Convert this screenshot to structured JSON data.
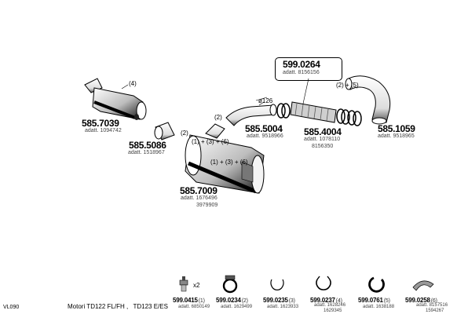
{
  "footer": {
    "code": "VL090",
    "model_a": "Motori TD122 FL/FH",
    "sep": ",",
    "model_b": "TD123 E/ES"
  },
  "parts": [
    {
      "id": "585.7039",
      "label": "(4)",
      "sub": [
        "adatt. 1094742"
      ]
    },
    {
      "id": "585.5086",
      "label": "",
      "sub": [
        "adatt. 1518967"
      ]
    },
    {
      "id": "585.7009",
      "label": "(2)",
      "inner_a": "(1) + (3) + (6)",
      "inner_b": "(1) + (3) + (6)",
      "sub": [
        "adatt. 1676496",
        "3979909"
      ]
    },
    {
      "id": "585.5004",
      "label": "(2)",
      "diam": "ø126",
      "sub": [
        "adatt. 9518966"
      ]
    },
    {
      "id": "599.0264",
      "label": "",
      "sub": [
        "adatt. 8156156"
      ]
    },
    {
      "id": "585.4004",
      "label": "",
      "sub": [
        "adatt. 1078110",
        "8156350"
      ]
    },
    {
      "id": "585.1059",
      "label": "(2) + (5)",
      "sub": [
        "adatt. 9518965"
      ]
    }
  ],
  "small_parts": [
    {
      "id": "599.0415",
      "qty": "(1)",
      "extra": "x2",
      "sub": [
        "adatt. 6850149"
      ],
      "icon": "bolt-icon"
    },
    {
      "id": "599.0234",
      "qty": "(2)",
      "sub": [
        "adatt. 1629499"
      ],
      "icon": "clamp-icon"
    },
    {
      "id": "599.0235",
      "qty": "(3)",
      "sub": [
        "adatt. 1623933"
      ],
      "icon": "ring-clamp-icon"
    },
    {
      "id": "599.0237",
      "qty": "(4)",
      "sub": [
        "adatt. 1628246",
        "1629345"
      ],
      "icon": "band-clamp-icon"
    },
    {
      "id": "599.0761",
      "qty": "(5)",
      "sub": [
        "adatt. 1638188"
      ],
      "icon": "hose-clamp-icon"
    },
    {
      "id": "599.0258",
      "qty": "(6)",
      "sub": [
        "adatt. 8157516",
        "1594267"
      ],
      "icon": "bracket-icon"
    }
  ]
}
